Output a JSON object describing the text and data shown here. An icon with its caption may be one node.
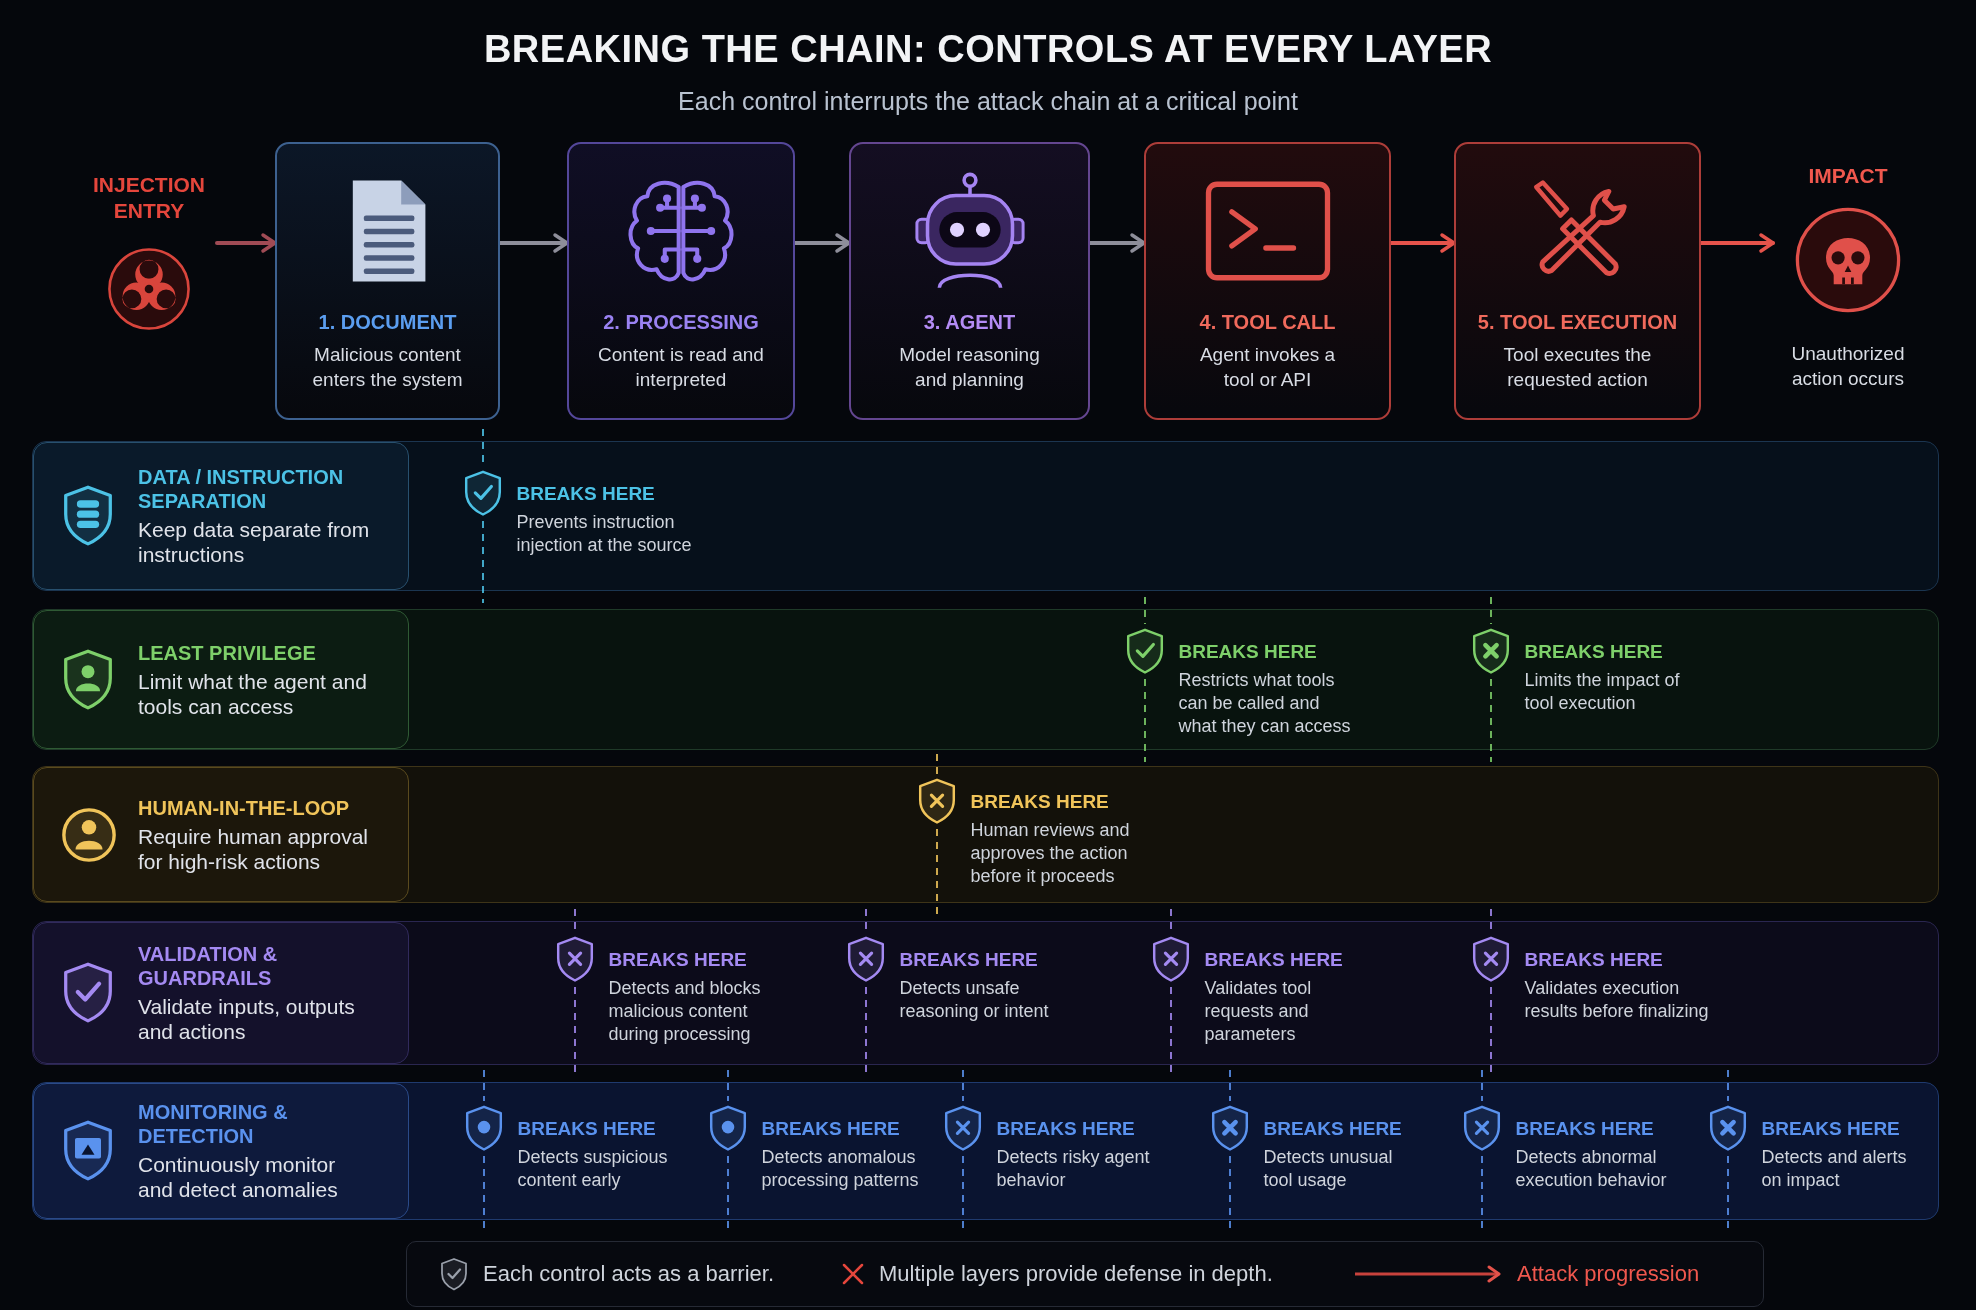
{
  "diagram": {
    "title": "BREAKING THE CHAIN: CONTROLS AT EVERY LAYER",
    "nodes": [
      {
        "text": [
          "INJECTION ENTRY"
        ]
      },
      {
        "text": [
          "1. DOCUMENT",
          "Malicious content enters the system"
        ]
      },
      {
        "text": [
          "2. PROCESSING",
          "Content is read and interpreted"
        ]
      },
      {
        "text": [
          "3. AGENT",
          "Model reasoning and planning"
        ]
      },
      {
        "text": [
          "4. TOOL CALL",
          "Agent invokes a tool or API"
        ]
      },
      {
        "text": [
          "5. TOOL EXECUTION",
          "Tool executes the requested action"
        ]
      },
      {
        "text": [
          "IMPACT",
          "Unauthorized action occurs"
        ]
      },
      {
        "text": [
          "DATA / INSTRUCTION SEPARATION",
          "Keep data separate from instructions"
        ]
      },
      {
        "text": [
          "BREAKS HERE",
          "Prevents instruction injection at the source"
        ],
        "in": 7
      },
      {
        "text": [
          "LEAST PRIVILEGE",
          "Limit what the agent and tools can access"
        ]
      },
      {
        "text": [
          "BREAKS HERE",
          "Restricts what tools can be called and what they can access"
        ],
        "in": 9
      },
      {
        "text": [
          "BREAKS HERE",
          "Limits the impact of tool execution"
        ],
        "in": 9
      },
      {
        "text": [
          "HUMAN-IN-THE-LOOP",
          "Require human approval for high-risk actions"
        ]
      },
      {
        "text": [
          "BREAKS HERE",
          "Human reviews and approves the action before it proceeds"
        ],
        "in": 12
      },
      {
        "text": [
          "VALIDATION & GUARDRAILS",
          "Validate inputs, outputs and actions"
        ]
      },
      {
        "text": [
          "BREAKS HERE",
          "Detects and blocks malicious content during processing"
        ],
        "in": 14
      },
      {
        "text": [
          "BREAKS HERE",
          "Detects unsafe reasoning or intent"
        ],
        "in": 14
      },
      {
        "text": [
          "BREAKS HERE",
          "Validates tool requests and parameters"
        ],
        "in": 14
      },
      {
        "text": [
          "BREAKS HERE",
          "Validates execution results before finalizing"
        ],
        "in": 14
      },
      {
        "text": [
          "MONITORING & DETECTION",
          "Continuously monitor and detect anomalies"
        ]
      },
      {
        "text": [
          "BREAKS HERE",
          "Detects suspicious content early"
        ],
        "in": 19
      },
      {
        "text": [
          "BREAKS HERE",
          "Detects anomalous processing patterns"
        ],
        "in": 19
      },
      {
        "text": [
          "BREAKS HERE",
          "Detects risky agent behavior"
        ],
        "in": 19
      },
      {
        "text": [
          "BREAKS HERE",
          "Detects unusual tool usage"
        ],
        "in": 19
      },
      {
        "text": [
          "BREAKS HERE",
          "Detects abnormal execution behavior"
        ],
        "in": 19
      },
      {
        "text": [
          "BREAKS HERE",
          "Detects and alerts on impact"
        ],
        "in": 19
      }
    ],
    "edges": [
      {
        "from": 0,
        "to": 1,
        "arrow": "to",
        "color": "#a04b55"
      },
      {
        "from": 1,
        "to": 2,
        "arrow": "to"
      },
      {
        "from": 2,
        "to": 3,
        "arrow": "to"
      },
      {
        "from": 3,
        "to": 4,
        "arrow": "to"
      },
      {
        "from": 4,
        "to": 5,
        "arrow": "to",
        "color": "#e5534b"
      },
      {
        "from": 5,
        "to": 6,
        "arrow": "to",
        "color": "#e5534b"
      }
    ],
    "labels": [
      "Each control interrupts the attack chain at a critical point"
    ],
    "legend": [
      {
        "text": "Each control acts as a barrier."
      },
      {
        "text": "Multiple layers provide defense in depth."
      },
      {
        "text": "Attack progression"
      }
    ]
  }
}
